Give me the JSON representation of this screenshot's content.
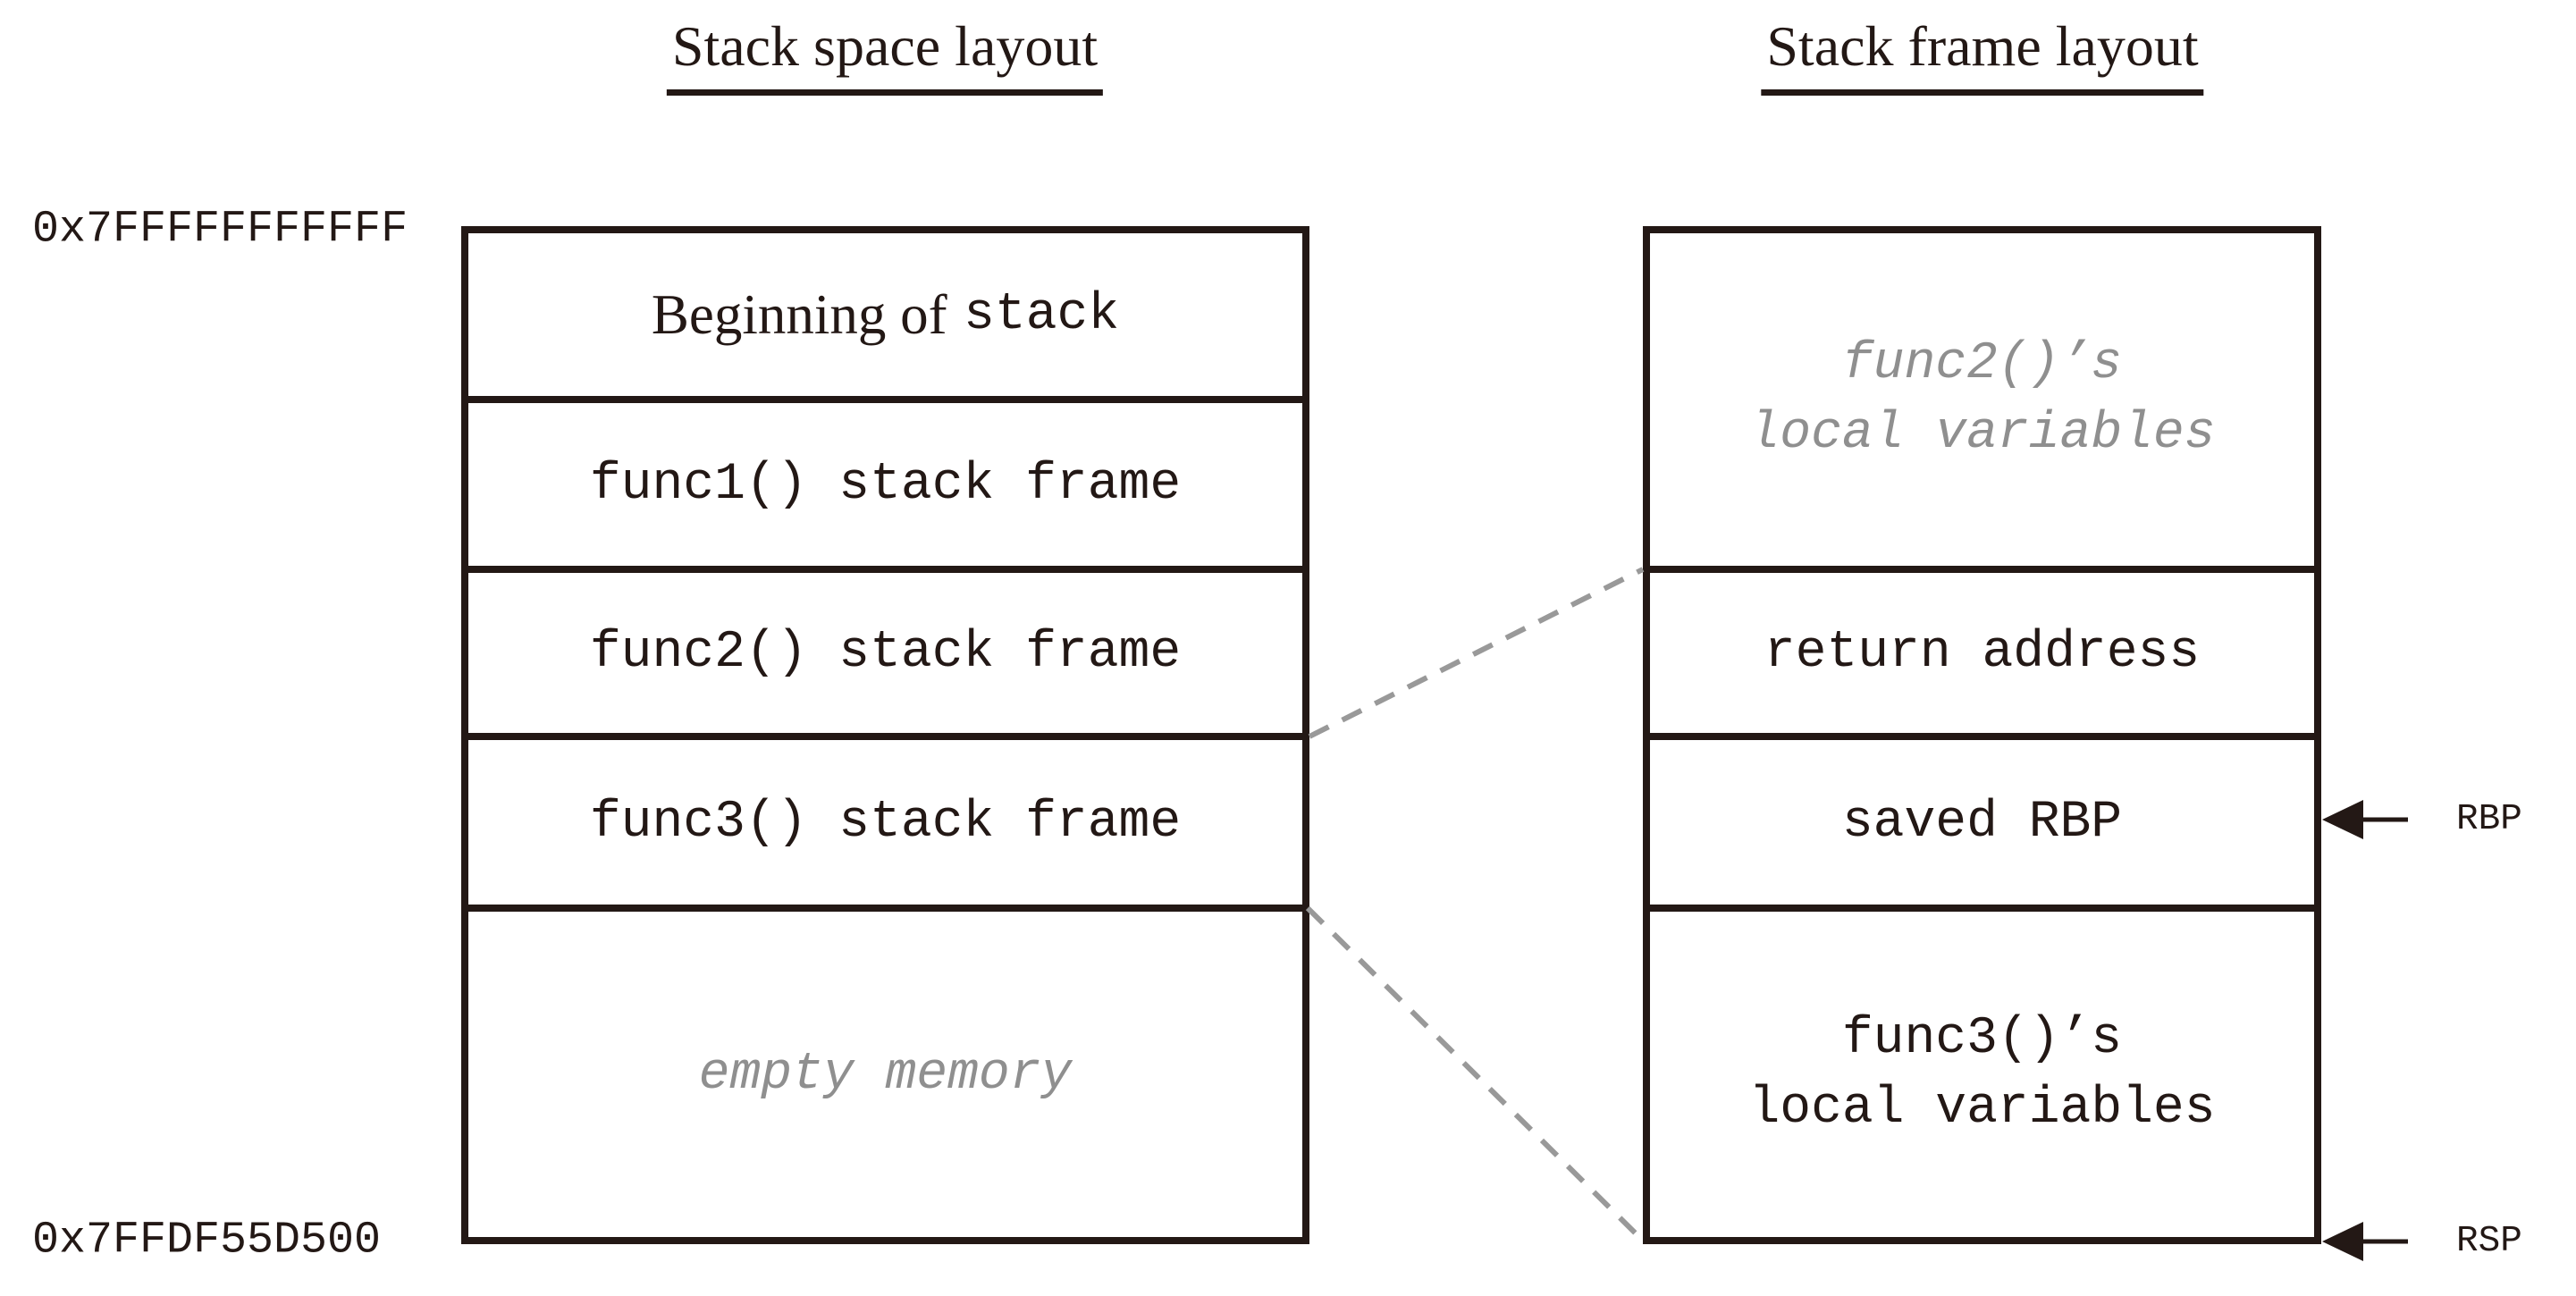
{
  "titles": {
    "left": "Stack space layout",
    "right": "Stack frame layout"
  },
  "addresses": {
    "top": "0x7FFFFFFFFFFF",
    "bottom": "0x7FFDF55D500"
  },
  "stack_space": {
    "row_beginning": {
      "prefix": "Beginning of",
      "code": "stack"
    },
    "row_func1": "func1() stack frame",
    "row_func2": "func2() stack frame",
    "row_func3": "func3() stack frame",
    "row_empty": "empty memory"
  },
  "stack_frame": {
    "func2_locals_line1": "func2()’s",
    "func2_locals_line2": "local variables",
    "return_address": "return address",
    "saved_rbp": "saved RBP",
    "func3_locals_line1": "func3()’s",
    "func3_locals_line2": "local variables"
  },
  "registers": {
    "rbp": "RBP",
    "rsp": "RSP"
  },
  "colors": {
    "ink": "#231815",
    "ghost_gray": "#8f8f8f",
    "dash_gray": "#999999",
    "background": "#ffffff"
  }
}
